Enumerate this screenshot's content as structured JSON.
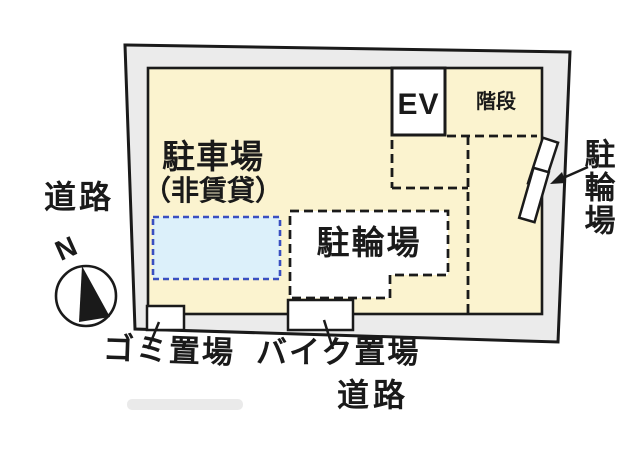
{
  "colors": {
    "site_fill": "#EBEBEB",
    "building_fill": "#FBF3CF",
    "parking_fill": "#DCF0FA",
    "parking_border": "#3A4FC0",
    "line": "#1A1A1A",
    "area_fill": "#FFFFFF"
  },
  "plan": {
    "road_left": "道路",
    "road_bottom": "道路",
    "parking_title": "駐車場",
    "parking_subtitle": "（非賃貸）",
    "elevator": "EV",
    "stairs": "階段",
    "bicycle_area_inner": "駐輪場",
    "bicycle_area_right": "駐輪場",
    "garbage_area": "ゴミ置場",
    "motorcycle_area": "バイク置場",
    "compass_north": "N"
  }
}
